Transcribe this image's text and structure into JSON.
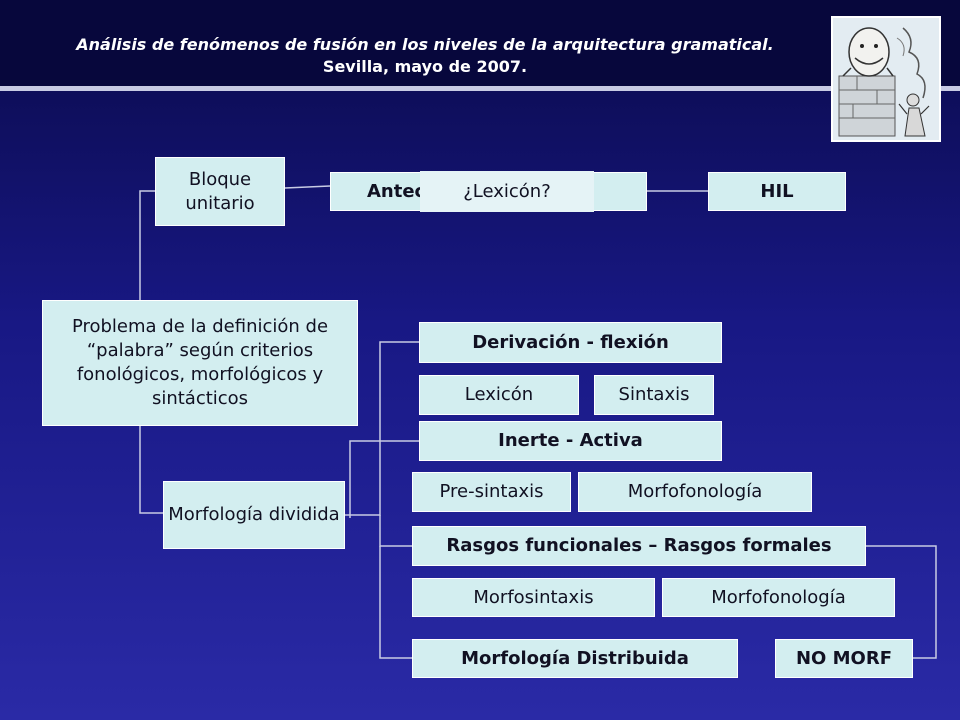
{
  "header": {
    "title_line1": "Análisis de fenómenos de fusión en los niveles de la arquitectura gramatical.",
    "title_line2": "Sevilla, mayo de 2007."
  },
  "logo": {
    "icon": "illustration-image"
  },
  "boxes": {
    "bloque_unitario": "Bloque unitario",
    "antecedentes": "Antecedentes",
    "lexicon_question": "¿Lexicón?",
    "hil": "HIL",
    "problema": "Problema de la definición de “palabra” según criterios fonológicos, morfológicos y sintácticos",
    "derivacion_flexion": "Derivación - flexión",
    "lexicon": "Lexicón",
    "sintaxis": "Sintaxis",
    "inerte_activa": "Inerte - Activa",
    "pre_sintaxis": "Pre-sintaxis",
    "morfofonologia_1": "Morfofonología",
    "morfologia_dividida": "Morfología dividida",
    "rasgos": "Rasgos funcionales – Rasgos formales",
    "morfosintaxis": "Morfosintaxis",
    "morfofonologia_2": "Morfofonología",
    "morfologia_distribuida": "Morfología Distribuida",
    "no_morf": "NO MORF"
  },
  "colors": {
    "background": "#181884",
    "header": "#07073c",
    "box_fill": "#d3eef0",
    "connector": "#c8cbe4"
  }
}
